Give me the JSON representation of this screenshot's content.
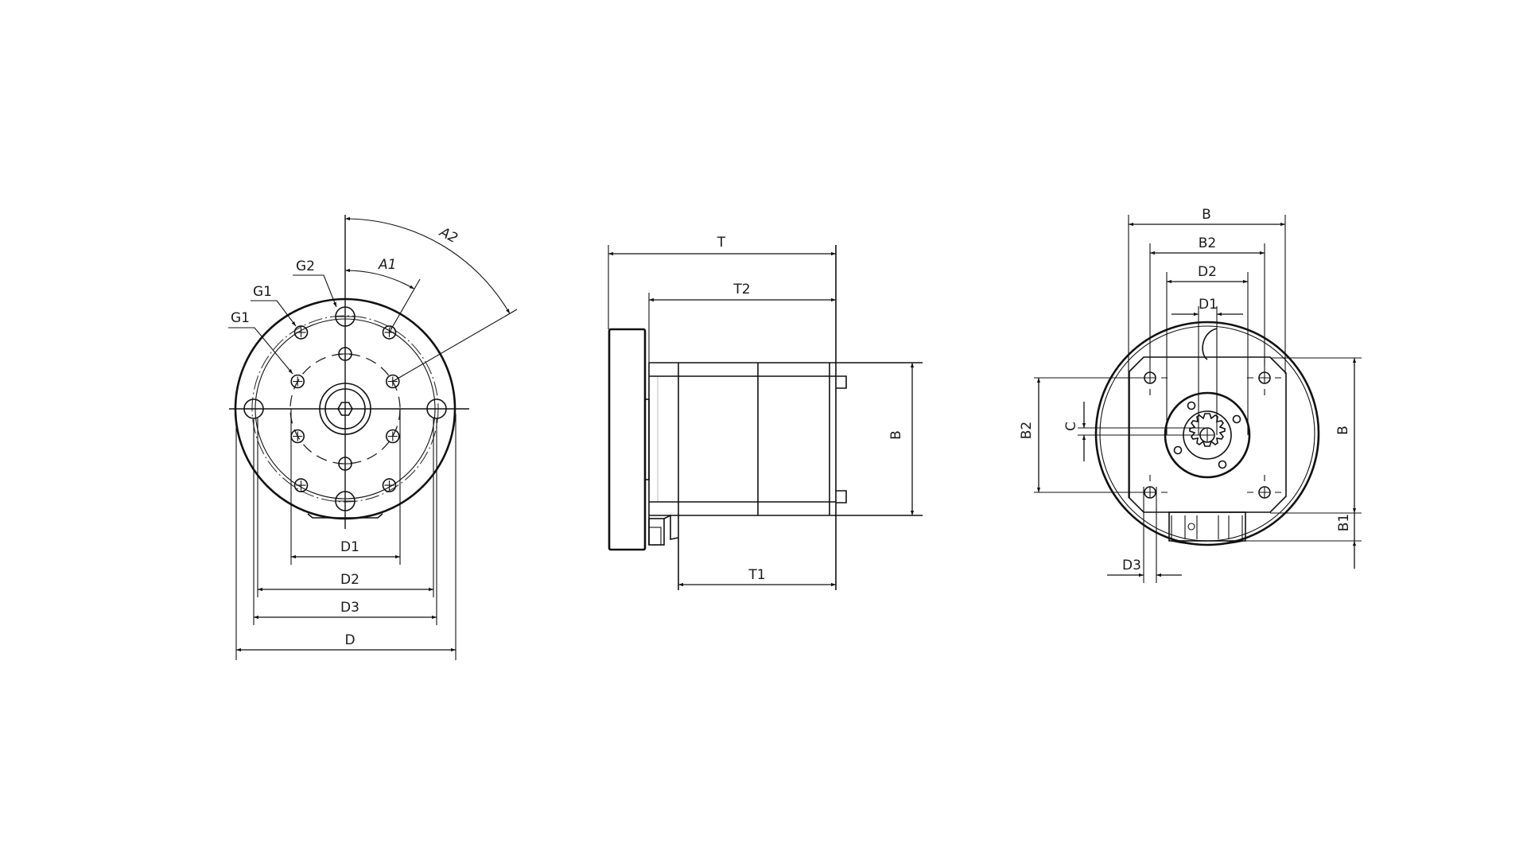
{
  "drawing": {
    "background": "#ffffff",
    "line_color": "#111111",
    "views": {
      "front_view": {
        "labels": {
          "hole_callout_g2": "G2",
          "hole_callout_g1_outer": "G1",
          "hole_callout_g1_inner": "G1",
          "angle_a1": "A1",
          "angle_a2": "A2",
          "dim_d1": "D1",
          "dim_d2": "D2",
          "dim_d3": "D3",
          "dim_d": "D"
        }
      },
      "side_view": {
        "labels": {
          "dim_t": "T",
          "dim_t2": "T2",
          "dim_t1": "T1",
          "dim_b": "B"
        }
      },
      "rear_view": {
        "labels": {
          "dim_b": "B",
          "dim_b2_top": "B2",
          "dim_d2": "D2",
          "dim_d1": "D1",
          "dim_b2_left": "B2",
          "dim_c": "C",
          "dim_b_right": "B",
          "dim_b1": "B1",
          "dim_d3": "D3"
        }
      }
    }
  }
}
